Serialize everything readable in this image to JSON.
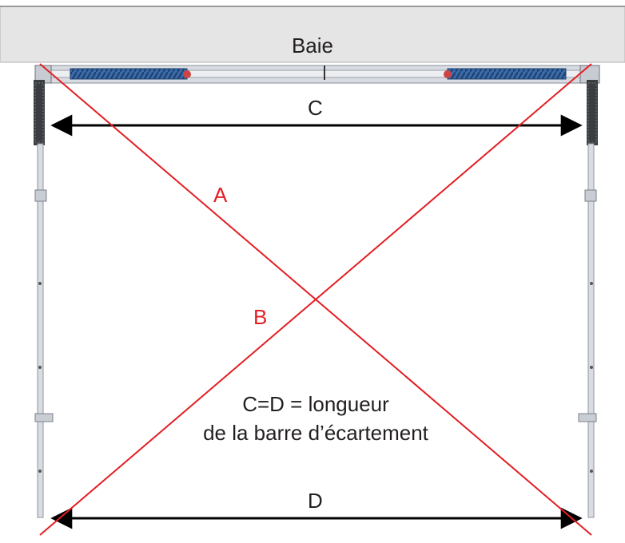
{
  "header": {
    "title": "Baie"
  },
  "dimensions": {
    "top_label": "C",
    "bottom_label": "D",
    "diagonal_a_label": "A",
    "diagonal_b_label": "B"
  },
  "note": {
    "line1": "C=D = longueur",
    "line2": "de la barre d’écartement"
  },
  "colors": {
    "diagonal": "#e31e24",
    "text": "#231f20",
    "header_bg": "#e5e5e5",
    "frame": "#c8ccd3",
    "spring": "#2f5f9a"
  }
}
